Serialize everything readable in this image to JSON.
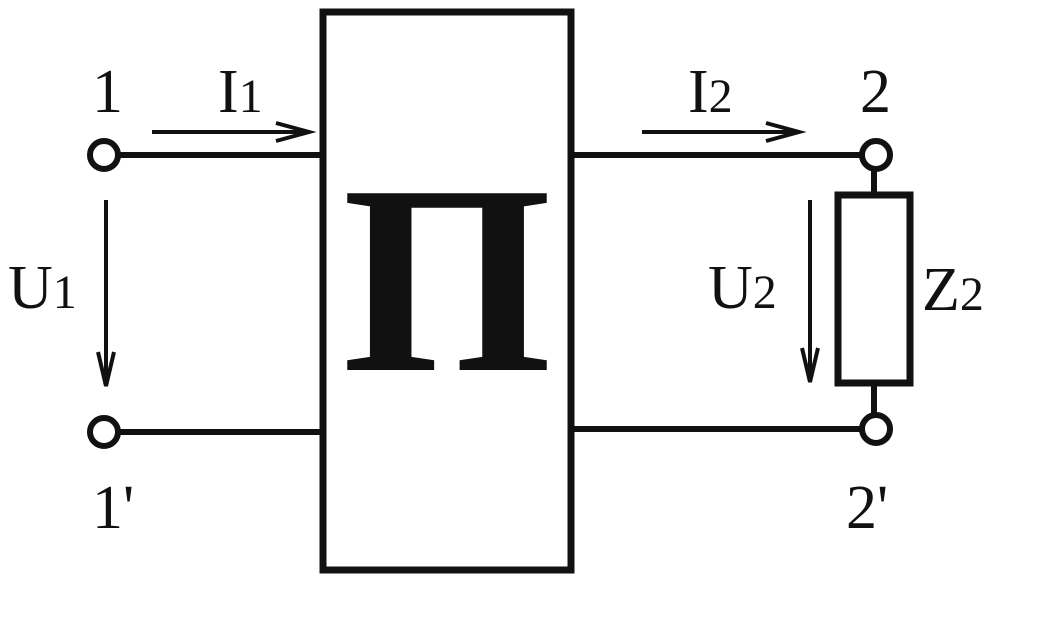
{
  "network": {
    "symbol": "П",
    "input": {
      "terminal_top": "1",
      "terminal_bottom": "1'",
      "current": {
        "base": "I",
        "sub": "1"
      },
      "voltage": {
        "base": "U",
        "sub": "1"
      }
    },
    "output": {
      "terminal_top": "2",
      "terminal_bottom": "2'",
      "current": {
        "base": "I",
        "sub": "2"
      },
      "voltage": {
        "base": "U",
        "sub": "2"
      },
      "load": {
        "base": "Z",
        "sub": "2"
      }
    }
  }
}
